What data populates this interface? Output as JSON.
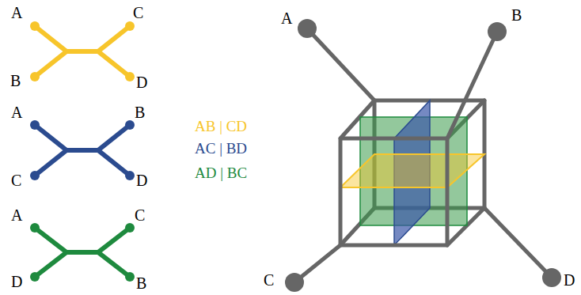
{
  "diagram": {
    "labels": [
      "A",
      "C",
      "B",
      "D",
      "A",
      "B",
      "C",
      "D",
      "A",
      "C",
      "D",
      "B",
      "A",
      "B",
      "C",
      "D"
    ],
    "legend": [
      {
        "text": "AB | CD",
        "color": "#f7c52b"
      },
      {
        "text": "AC | BD",
        "color": "#2b4b8f"
      },
      {
        "text": "AD | BC",
        "color": "#1e8a3e"
      }
    ]
  }
}
